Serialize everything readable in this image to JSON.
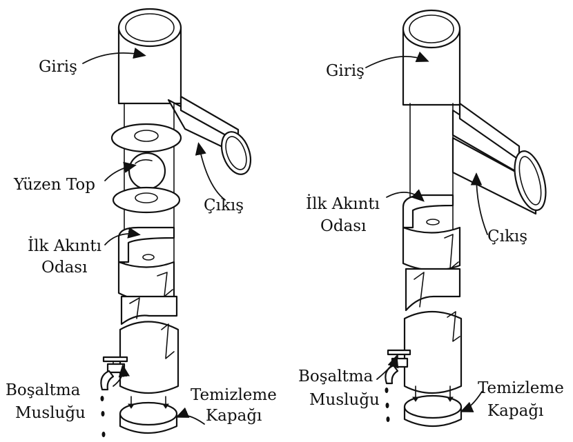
{
  "left_figure": {
    "labels": {
      "inlet": "Giriş",
      "outlet": "Çıkış",
      "floating_ball": "Yüzen Top",
      "first_flush_line1": "İlk Akıntı",
      "first_flush_line2": "Odası",
      "drain_line1": "Boşaltma",
      "drain_line2": "Musluğu",
      "cleanout_line1": "Temizleme",
      "cleanout_line2": "Kapağı"
    }
  },
  "right_figure": {
    "labels": {
      "inlet": "Giriş",
      "outlet": "Çıkış",
      "first_flush_line1": "İlk Akıntı",
      "first_flush_line2": "Odası",
      "drain_line1": "Boşaltma",
      "drain_line2": "Musluğu",
      "cleanout_line1": "Temizleme",
      "cleanout_line2": "Kapağı"
    }
  },
  "colors": {
    "line": "#111111",
    "background": "#ffffff"
  }
}
